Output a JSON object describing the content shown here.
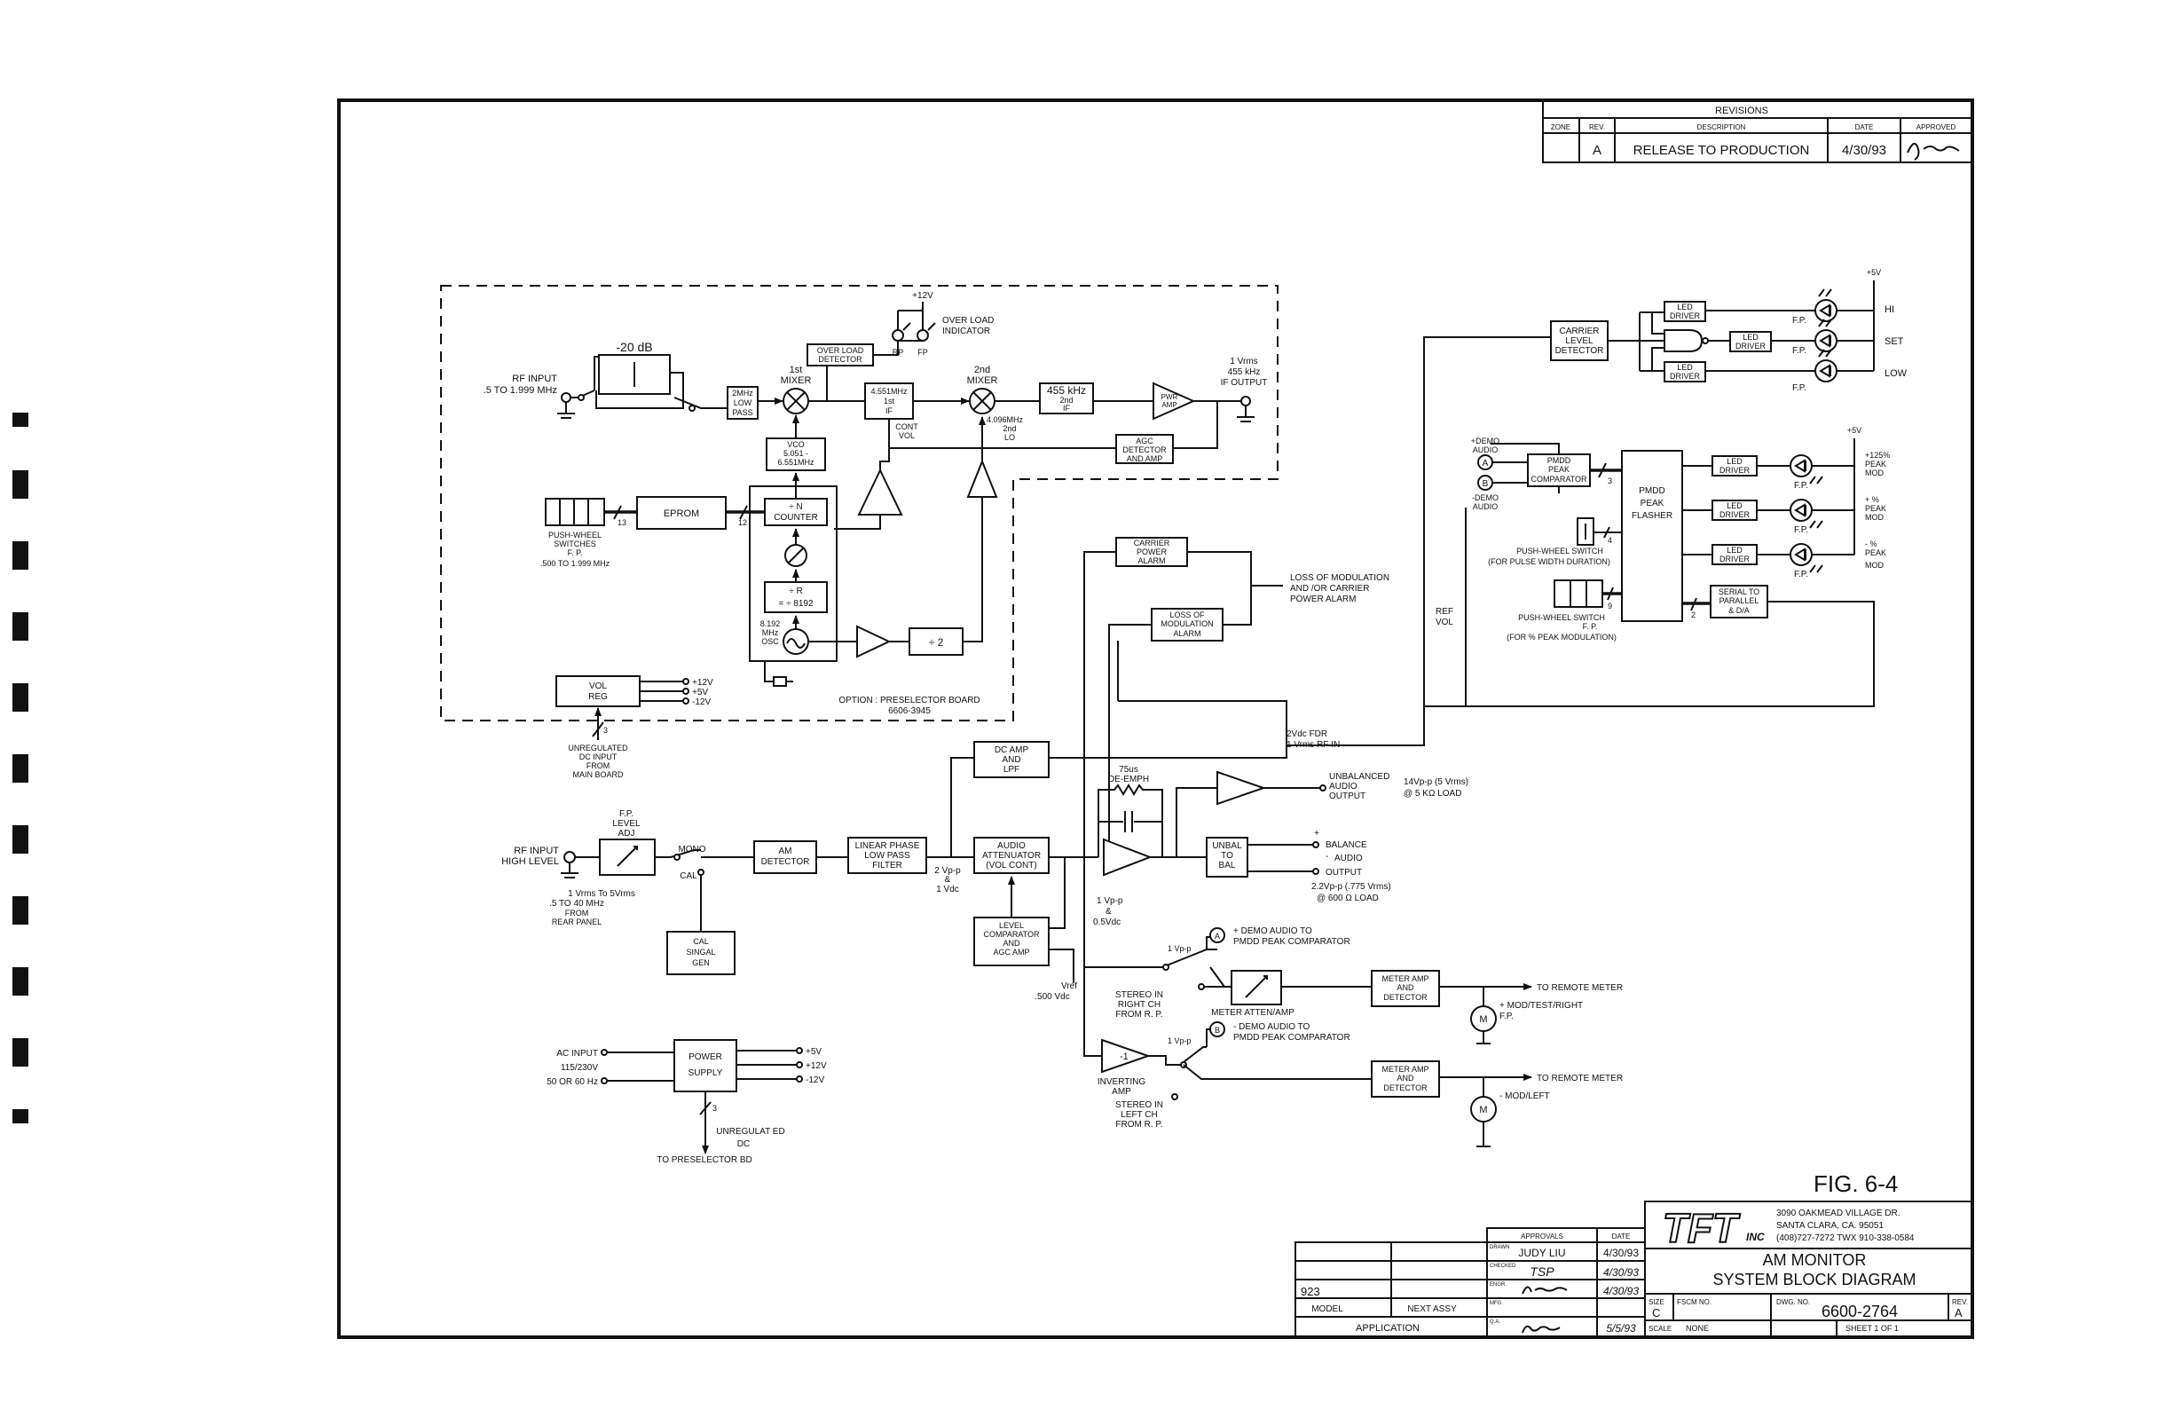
{
  "revisions": {
    "title": "REVISIONS",
    "headers": [
      "ZONE",
      "REV.",
      "DESCRIPTION",
      "DATE",
      "APPROVED"
    ],
    "row": {
      "zone": "",
      "rev": "A",
      "description": "RELEASE TO PRODUCTION",
      "date": "4/30/93"
    }
  },
  "preselector": {
    "rf_input": "RF INPUT",
    "rf_range": ".5 TO 1.999 MHz",
    "attenuator": "-20 dB",
    "lowpass": [
      "2MHz",
      "LOW",
      "PASS"
    ],
    "mixer1": [
      "1st",
      "MIXER"
    ],
    "overload_detector": [
      "OVER LOAD",
      "DETECTOR"
    ],
    "plus12": "+12V",
    "overload_indicator": [
      "OVER LOAD",
      "INDICATOR"
    ],
    "rp": "RP",
    "fp": "FP",
    "if1": [
      "4.551MHz",
      "1st",
      "IF"
    ],
    "mixer2": [
      "2nd",
      "MIXER"
    ],
    "if2": [
      "455 kHz",
      "2nd",
      "IF"
    ],
    "pwr_amp": [
      "PWR",
      "AMP"
    ],
    "if_output": [
      "1 Vrms",
      "455 kHz",
      "IF OUTPUT"
    ],
    "cont_vol": [
      "CONT",
      "VOL"
    ],
    "lo2": [
      "4.096MHz",
      "2nd",
      "LO"
    ],
    "agc": [
      "AGC",
      "DETECTOR",
      "AND AMP"
    ],
    "vco": [
      "VCO",
      "5.051 -",
      "6.551MHz"
    ],
    "push_wheel": [
      "PUSH-WHEEL",
      "SWITCHES",
      "F. P.",
      ".500 TO 1.999 MHz"
    ],
    "bus13": "13",
    "eprom": "EPROM",
    "bus12": "12",
    "n_counter": [
      "÷ N",
      "COUNTER"
    ],
    "r_div": [
      "÷ R",
      "= ÷ 8192"
    ],
    "osc": [
      "8.192",
      "MHz",
      "OSC"
    ],
    "div2": "÷ 2",
    "vol_reg": [
      "VOL",
      "REG"
    ],
    "reg_out": [
      "+12V",
      "+5V",
      "-12V"
    ],
    "option": [
      "OPTION : PRESELECTOR BOARD",
      "6606-3945"
    ],
    "bus3": "3",
    "unreg_in": [
      "UNREGULATED",
      "DC INPUT",
      "FROM",
      "MAIN BOARD"
    ]
  },
  "carrier_level": {
    "plus5": "+5V",
    "detector": [
      "CARRIER",
      "LEVEL",
      "DETECTOR"
    ],
    "led_driver": [
      "LED",
      "DRIVER"
    ],
    "fp": "F.P.",
    "hi": "HI",
    "set": "SET",
    "low": "LOW"
  },
  "peak": {
    "plus_demo": [
      "+DEMO",
      "AUDIO"
    ],
    "a": "A",
    "b": "B",
    "minus_demo": [
      "-DEMO",
      "AUDIO"
    ],
    "comparator": [
      "PMDD",
      "PEAK",
      "COMPARATOR"
    ],
    "bus3": "3",
    "flasher": [
      "PMDD",
      "PEAK",
      "FLASHER"
    ],
    "led_driver": [
      "LED",
      "DRIVER"
    ],
    "plus5": "+5V",
    "fp": "F.P.",
    "outs": [
      [
        "+125%",
        "PEAK",
        "MOD"
      ],
      [
        "+ %",
        "PEAK",
        "MOD"
      ],
      [
        "- %",
        "PEAK",
        "MOD"
      ]
    ],
    "sw1": [
      "PUSH-WHEEL SWITCH",
      "(FOR PULSE WIDTH DURATION)"
    ],
    "bus4": "4",
    "sw2": [
      "PUSH-WHEEL SWITCH",
      "F. P.",
      "(FOR % PEAK MODULATION)"
    ],
    "bus9": "9",
    "bus2": "2",
    "serial": [
      "SERIAL TO",
      "PARALLEL",
      "& D/A"
    ],
    "ref_vol": [
      "REF",
      "VOL"
    ]
  },
  "alarm": {
    "carrier": [
      "CARRIER",
      "POWER",
      "ALARM"
    ],
    "mod": [
      "LOSS OF",
      "MODULATION",
      "ALARM"
    ],
    "out": [
      "LOSS OF MODULATION",
      "AND /OR CARRIER",
      "POWER ALARM"
    ]
  },
  "main": {
    "fp_adj": [
      "F.P.",
      "LEVEL",
      "ADJ"
    ],
    "rf_input": [
      "RF INPUT",
      "HIGH LEVEL"
    ],
    "rf_spec": [
      "1 Vrms To 5Vrms",
      ".5 TO 40 MHz",
      "FROM",
      "REAR PANEL"
    ],
    "mono": "MONO",
    "cal": "CAL",
    "cal_gen": [
      "CAL",
      "SINGAL",
      "GEN"
    ],
    "am_det": [
      "AM",
      "DETECTOR"
    ],
    "filter": [
      "LINEAR PHASE",
      "LOW PASS",
      "FILTER"
    ],
    "vpp2": [
      "2 Vp-p",
      "&",
      "1 Vdc"
    ],
    "dc_amp": [
      "DC AMP",
      "AND",
      "LPF"
    ],
    "dc_fdr": [
      "2Vdc FDR",
      "1 Vrms RF IN"
    ],
    "att": [
      "AUDIO",
      "ATTENUATOR",
      "(VOL CONT)"
    ],
    "level": [
      "LEVEL",
      "COMPARATOR",
      "AND",
      "AGC AMP"
    ],
    "vref": [
      "Vref",
      ".500 Vdc"
    ],
    "deemph": [
      "75us",
      "DE-EMPH"
    ],
    "vpp1": [
      "1 Vp-p",
      "&",
      "0.5Vdc"
    ],
    "unbal_out": [
      "UNBALANCED",
      "AUDIO",
      "OUTPUT"
    ],
    "unbal_spec": [
      "14Vp-p (5 Vrms)",
      "@ 5 KΩ LOAD"
    ],
    "unbal_bal": [
      "UNBAL",
      "TO",
      "BAL"
    ],
    "bal_out": [
      "+",
      "BALANCE",
      "-",
      "AUDIO",
      "OUTPUT"
    ],
    "bal_spec": [
      "2.2Vp-p (.775 Vrms)",
      "@ 600 Ω LOAD"
    ]
  },
  "meter": {
    "vpp_a": "1 Vp-p",
    "a_note": [
      "+ DEMO AUDIO TO",
      "PMDD PEAK COMPARATOR"
    ],
    "stereo_r": [
      "STEREO IN",
      "RIGHT CH",
      "FROM R. P."
    ],
    "atten": "METER ATTEN/AMP",
    "vpp_b": "1 Vp-p",
    "b_note": [
      "- DEMO AUDIO TO",
      "PMDD PEAK COMPARATOR"
    ],
    "amp1": [
      "METER AMP",
      "AND",
      "DETECTOR"
    ],
    "remote1": "TO REMOTE METER",
    "m": "M",
    "mod1": [
      "+ MOD/TEST/RIGHT",
      "F.P."
    ],
    "inv": "-1",
    "inv_lbl": [
      "INVERTING",
      "AMP"
    ],
    "stereo_l": [
      "STEREO IN",
      "LEFT CH",
      "FROM R. P."
    ],
    "amp2": [
      "METER AMP",
      "AND",
      "DETECTOR"
    ],
    "remote2": "TO REMOTE METER",
    "mod2": "- MOD/LEFT"
  },
  "power": {
    "ac": [
      "AC INPUT",
      "115/230V",
      "50 OR 60 Hz"
    ],
    "supply": [
      "POWER",
      "SUPPLY"
    ],
    "outs": [
      "+5V",
      "+12V",
      "-12V"
    ],
    "bus3": "3",
    "unreg": [
      "UNREGULAT ED",
      "DC",
      "TO PRESELECTOR BD"
    ]
  },
  "title_block": {
    "fig": "FIG. 6-4",
    "logo": "TFT",
    "inc": "INC",
    "address": [
      "3090 OAKMEAD VILLAGE DR.",
      "SANTA CLARA, CA. 95051",
      "(408)727-7272 TWX 910-338-0584"
    ],
    "approvals": "APPROVALS",
    "date_hdr": "DATE",
    "drawn_lbl": "DRAWN",
    "drawn": "JUDY LIU",
    "drawn_date": "4/30/93",
    "checked_lbl": "CHECKED",
    "checked": "TSP",
    "checked_date": "4/30/93",
    "engr_lbl": "ENGR.",
    "engr_date": "4/30/93",
    "mfg_lbl": "MFG.",
    "qa_lbl": "Q.A.",
    "qa_date": "5/5/93",
    "title": [
      "AM MONITOR",
      "SYSTEM BLOCK DIAGRAM"
    ],
    "size_lbl": "SIZE",
    "size": "C",
    "fscm": "FSCM NO.",
    "dwg_lbl": "DWG. NO.",
    "dwg": "6600-2764",
    "rev_lbl": "REV.",
    "rev": "A",
    "scale_lbl": "SCALE",
    "scale": "NONE",
    "sheet": "SHEET 1 OF 1",
    "model_val": "923",
    "model": "MODEL",
    "next_assy": "NEXT ASSY",
    "application": "APPLICATION"
  }
}
